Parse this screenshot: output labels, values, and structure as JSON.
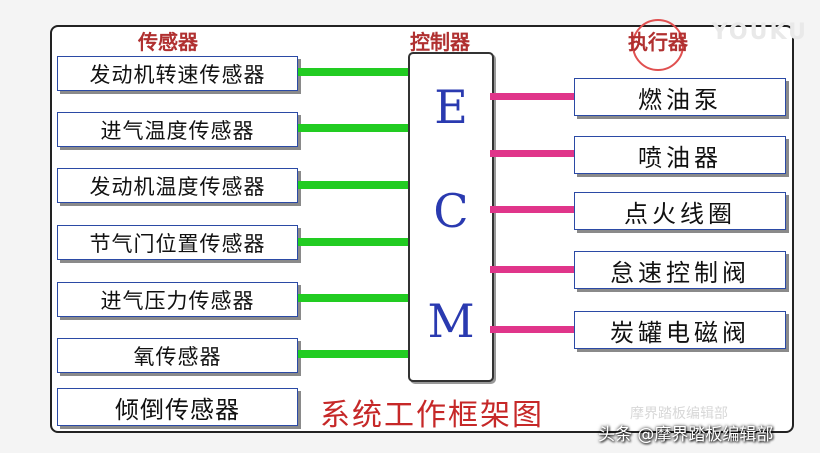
{
  "headers": {
    "sensors": "传感器",
    "controller": "控制器",
    "actuators": "执行器"
  },
  "sensors": [
    "发动机转速传感器",
    "进气温度传感器",
    "发动机温度传感器",
    "节气门位置传感器",
    "进气压力传感器",
    "氧传感器",
    "倾倒传感器"
  ],
  "ecm": [
    "E",
    "C",
    "M"
  ],
  "actuators": [
    "燃油泵",
    "喷油器",
    "点火线圈",
    "怠速控制阀",
    "炭罐电磁阀"
  ],
  "title": "系统工作框架图",
  "watermark": "YOUKU",
  "credit": "头条 @摩界踏板编辑部",
  "credit_ghost": "摩界踏板编辑部",
  "colors": {
    "sensor_line": "#22cc22",
    "actuator_line": "#e0358a",
    "header": "#b03030",
    "ecm_text": "#2a3ab0",
    "title": "#c62828"
  }
}
